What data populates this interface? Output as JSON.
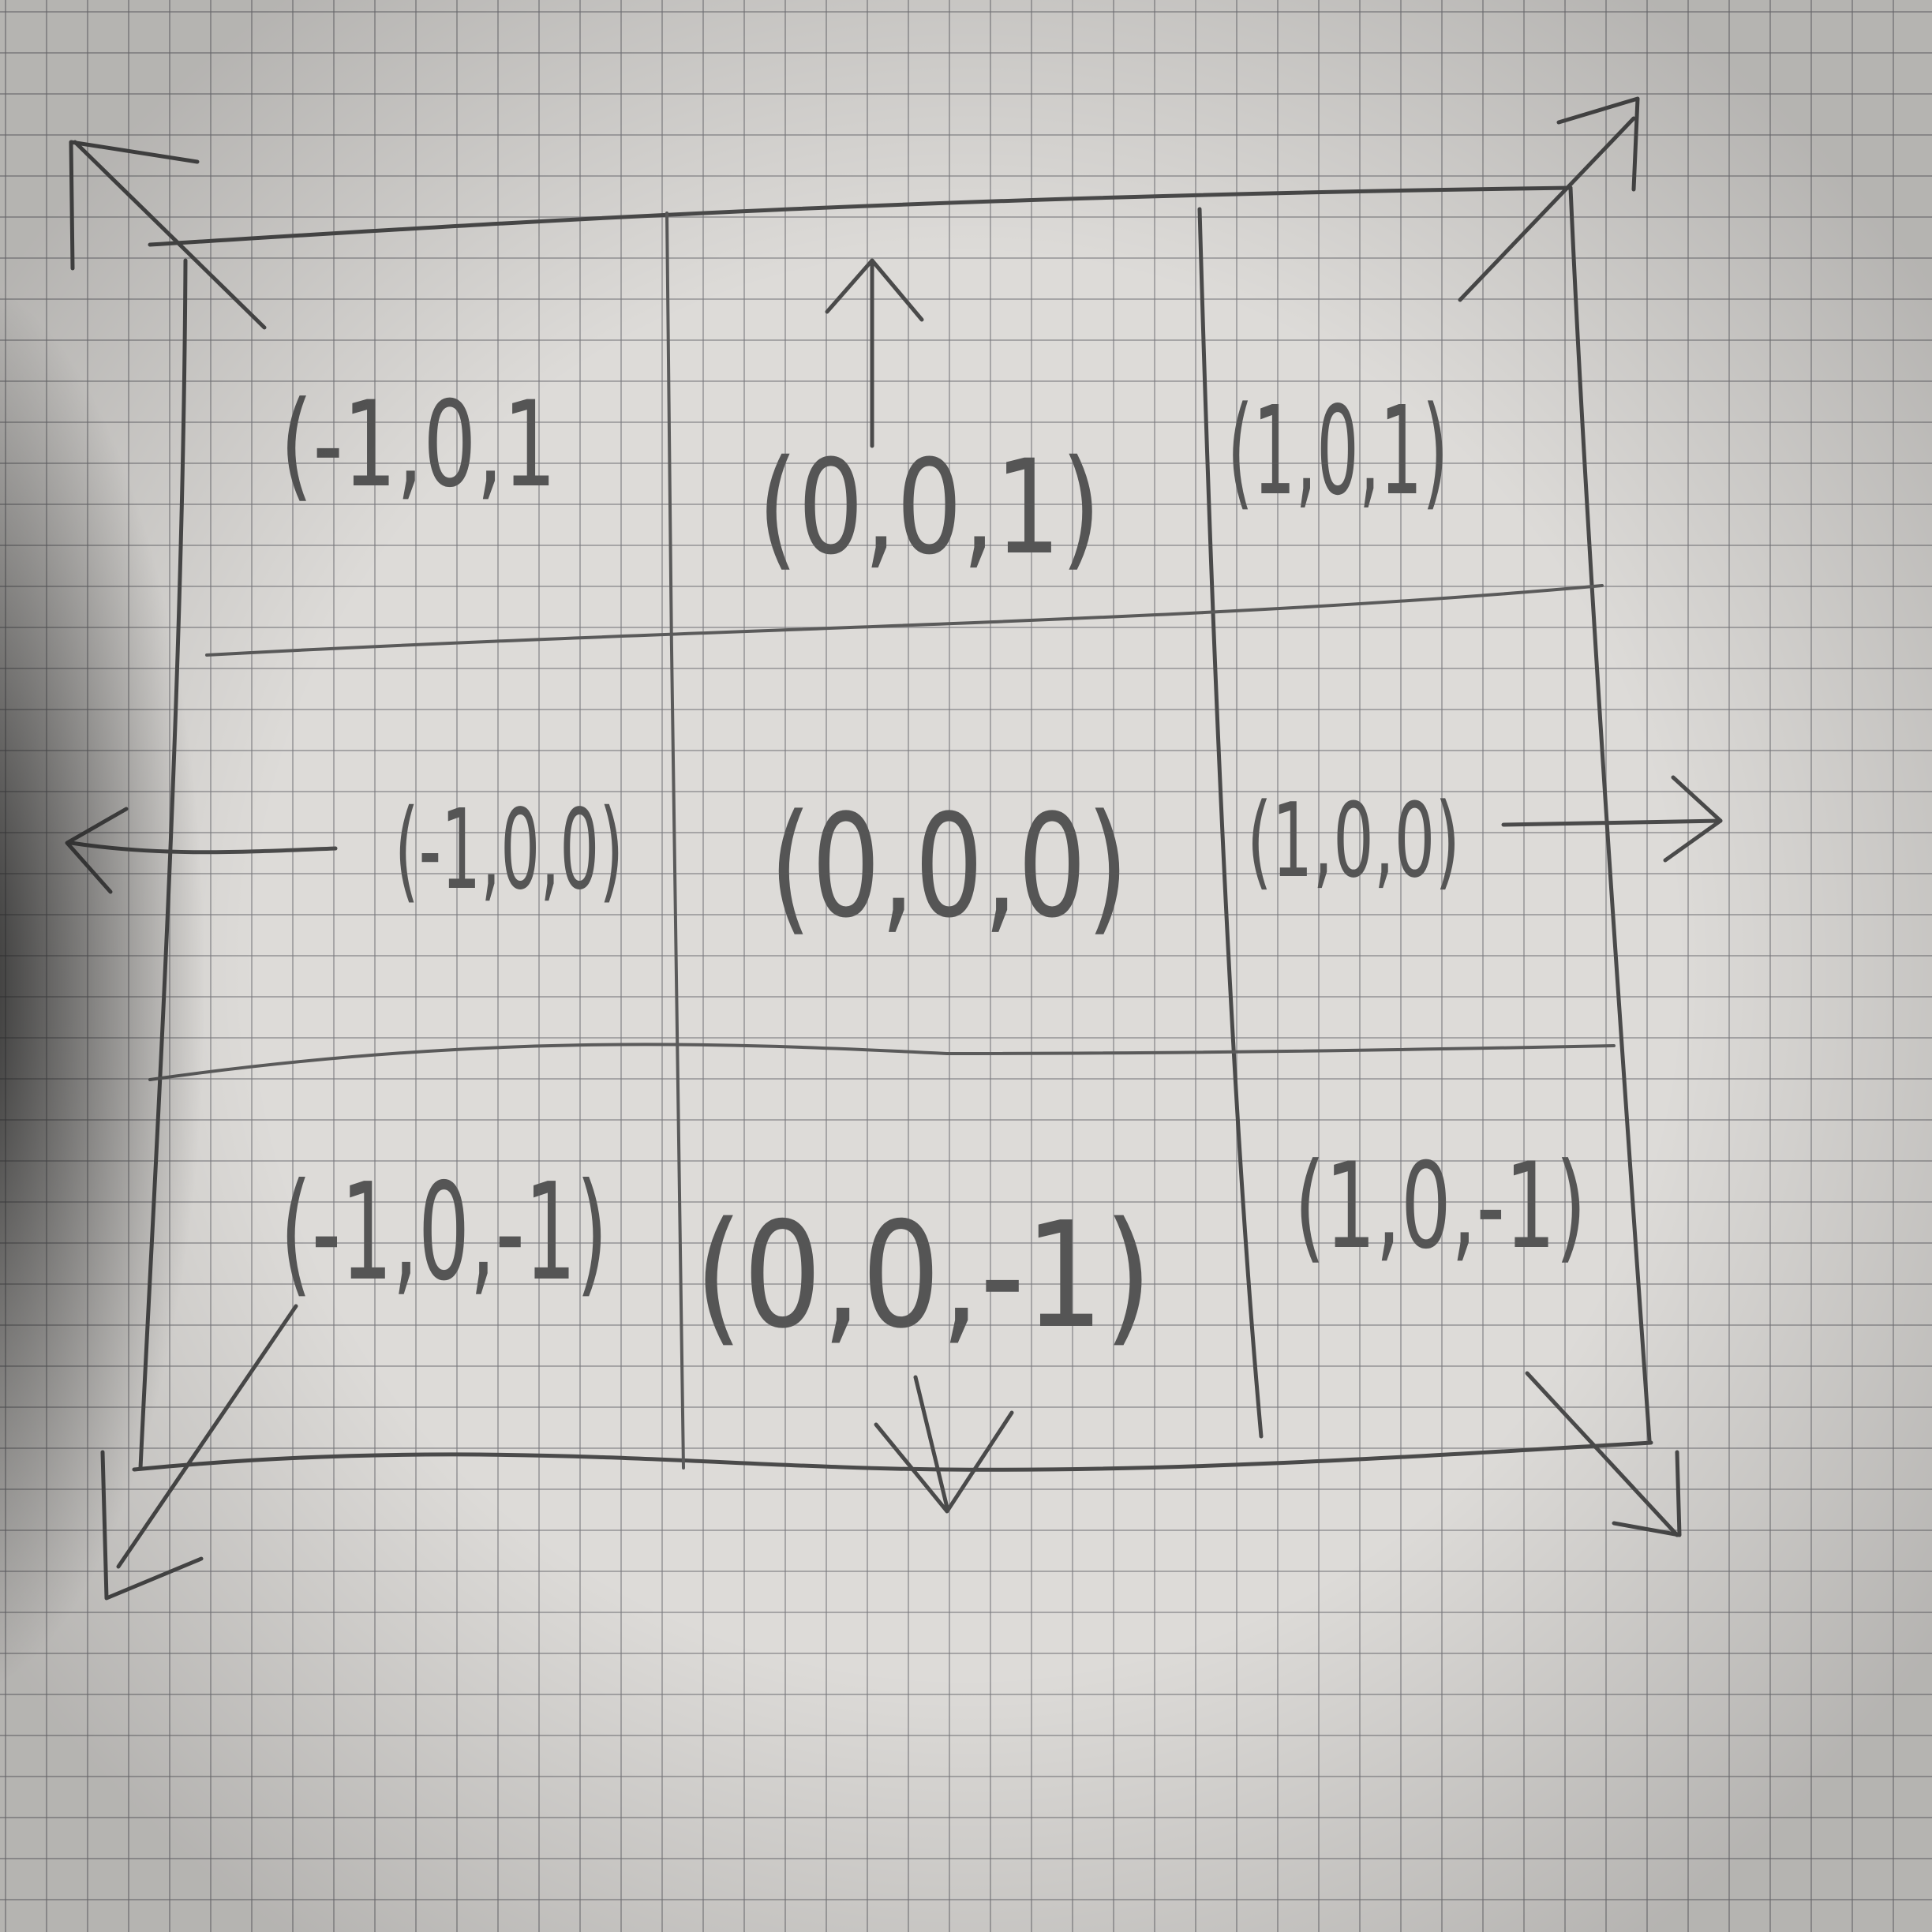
{
  "cells": [
    {
      "label": "(-1,0,1"
    },
    {
      "label": "(0,0,1)"
    },
    {
      "label": "(1,0,1)"
    },
    {
      "label": "(-1,0,0)"
    },
    {
      "label": "(0,0,0)"
    },
    {
      "label": "(1,0,0)"
    },
    {
      "label": "(-1,0,-1)"
    },
    {
      "label": "(0,0,-1)"
    },
    {
      "label": "(1,0,-1)"
    }
  ],
  "arrows": [
    {
      "direction": "up-left"
    },
    {
      "direction": "up"
    },
    {
      "direction": "up-right"
    },
    {
      "direction": "left"
    },
    {
      "direction": "right"
    },
    {
      "direction": "down-left"
    },
    {
      "direction": "down"
    },
    {
      "direction": "down-right"
    }
  ],
  "colors": {
    "paper": "#dddbd8",
    "grid": "#78787d",
    "pencil": "#4a4a4a"
  }
}
